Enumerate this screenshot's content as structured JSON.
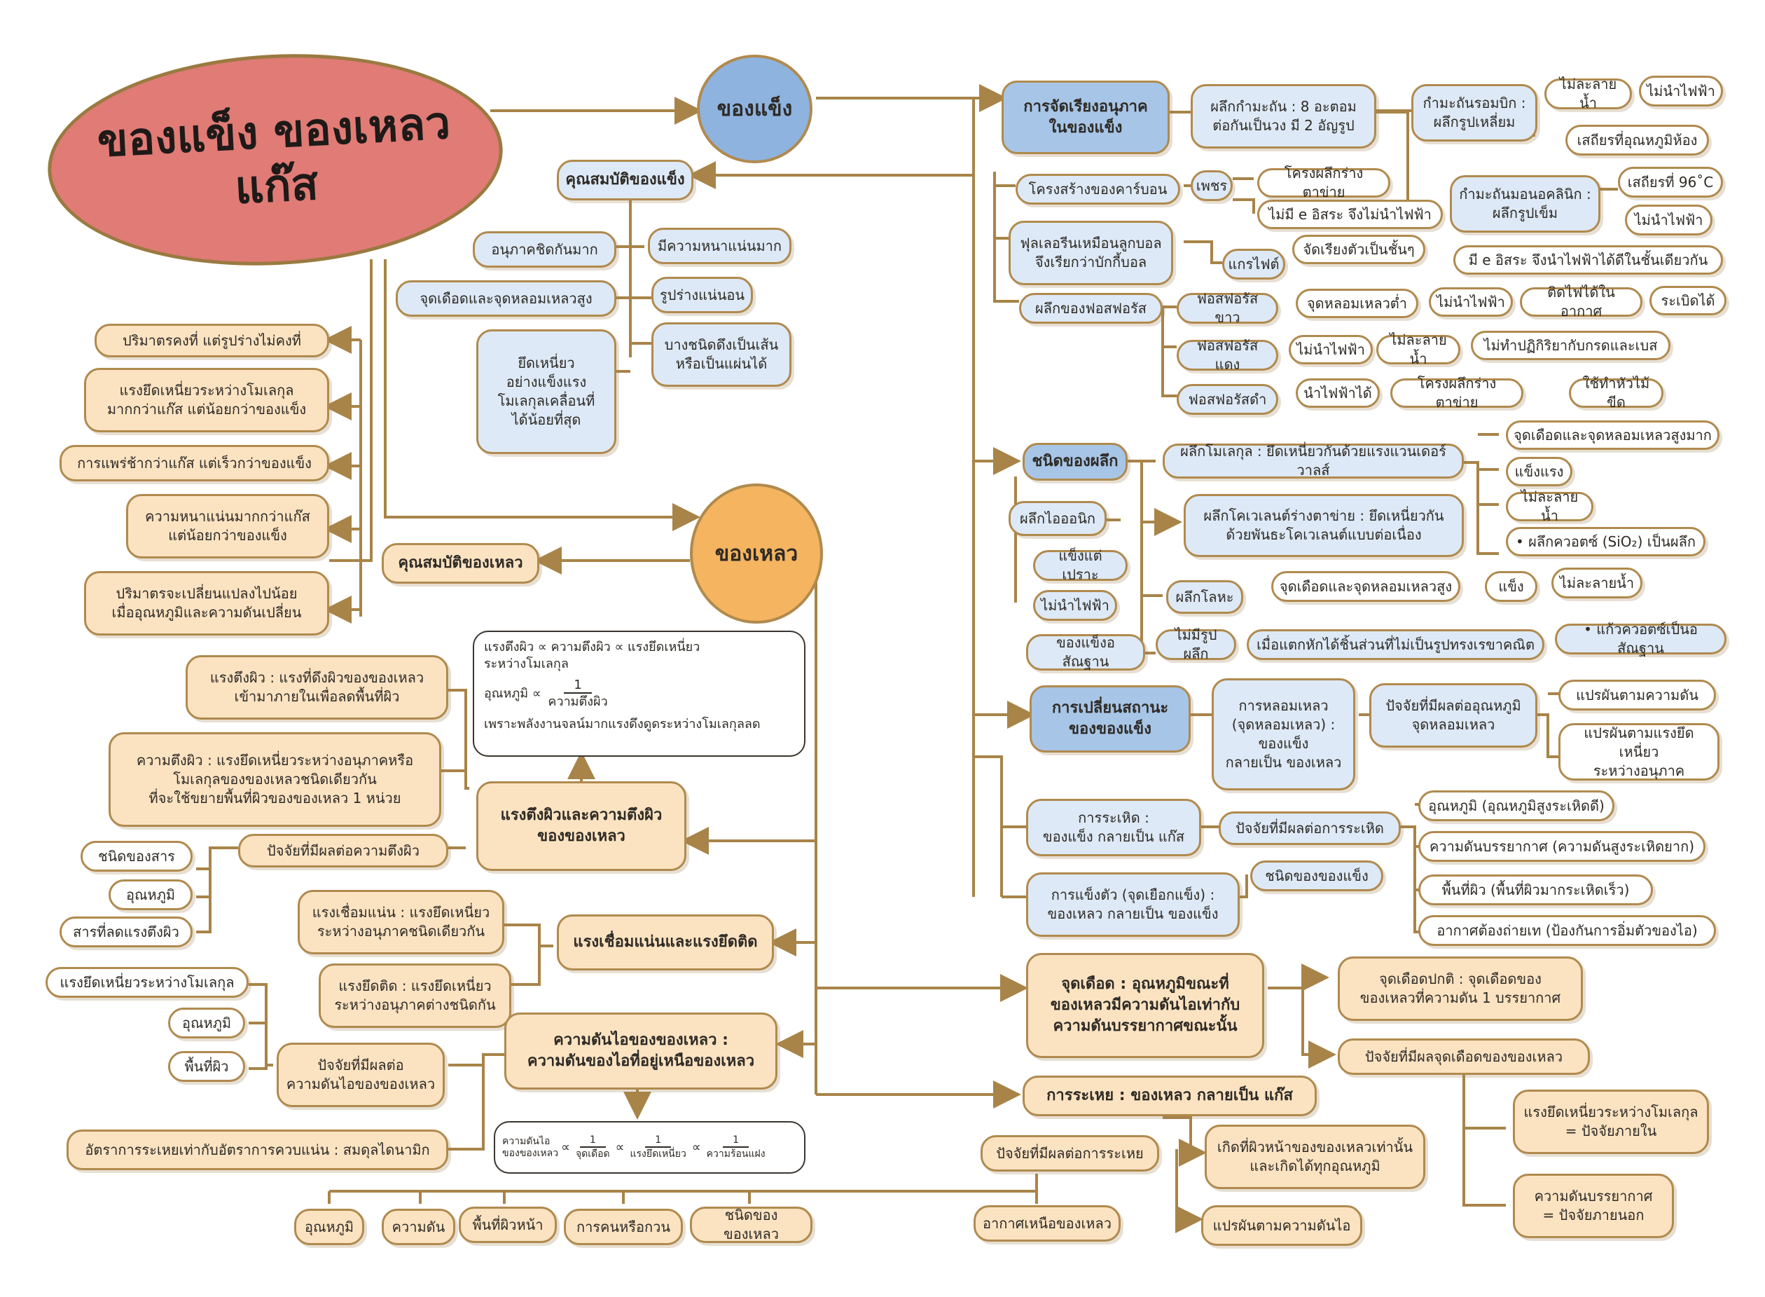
{
  "title": "ของแข็ง ของเหลว\nแก๊ส",
  "solid": {
    "label": "ของแข็ง",
    "properties_title": "คุณสมบัติของแข็ง",
    "properties": [
      "อนุภาคชิดกันมาก",
      "มีความหนาแน่นมาก",
      "จุดเดือดและจุดหลอมเหลวสูง",
      "รูปร่างแน่นอน",
      "ยึดเหนี่ยว\nอย่างแข็งแรง\nโมเลกุลเคลื่อนที่\nได้น้อยที่สุด",
      "บางชนิดดึงเป็นเส้น\nหรือเป็นแผ่นได้"
    ],
    "arrangement": {
      "title": "การจัดเรียงอนุภาค\nในของแข็ง",
      "sulfur": "ผลึกกำมะถัน : 8 อะตอม\nต่อกันเป็นวง มี 2 อัญรูป",
      "rhombic": "กำมะถันรอมบิก :\nผลึกรูปเหลี่ยม",
      "rhombic_props": [
        "ไม่ละลายน้ำ",
        "ไม่นำไฟฟ้า",
        "เสถียรที่อุณหภูมิห้อง"
      ],
      "monoclinic": "กำมะถันมอนอคลินิก :\nผลึกรูปเข็ม",
      "monoclinic_props": [
        "เสถียรที่ 96˚C",
        "ไม่นำไฟฟ้า"
      ],
      "carbon": "โครงสร้างของคาร์บอน",
      "diamond": "เพชร",
      "diamond_props": [
        "โครงผลึกร่างตาข่าย",
        "ไม่มี e อิสระ จึงไม่นำไฟฟ้า"
      ],
      "fullerene": "ฟุลเลอรีนเหมือนลูกบอล\nจึงเรียกว่าบักกี้บอล",
      "graphite": "แกรไฟต์",
      "graphite_props": [
        "จัดเรียงตัวเป็นชั้นๆ",
        "มี e อิสระ จึงนำไฟฟ้าได้ดีในชั้นเดียวกัน"
      ],
      "phosphorus": "ผลึกของฟอสฟอรัส",
      "white_p": "ฟอสฟอรัสขาว",
      "white_p_props": [
        "จุดหลอมเหลวต่ำ",
        "ไม่นำไฟฟ้า",
        "ติดไฟได้ในอากาศ",
        "ระเบิดได้"
      ],
      "red_p": "ฟอสฟอรัสแดง",
      "red_p_props": [
        "ไม่นำไฟฟ้า",
        "ไม่ละลายน้ำ",
        "ไม่ทำปฏิกิริยากับกรดและเบส"
      ],
      "black_p": "ฟอสฟอรัสดำ",
      "black_p_props": [
        "นำไฟฟ้าได้",
        "โครงผลึกร่างตาข่าย",
        "ใช้ทำหัวไม้ขีด"
      ]
    },
    "crystal_types": {
      "title": "ชนิดของผลึก",
      "molecular": "ผลึกโมเลกุล : ยึดเหนี่ยวกันด้วยแรงแวนเดอร์วาลส์",
      "covalent": "ผลึกโคเวเลนต์ร่างตาข่าย : ยึดเหนี่ยวกัน\nด้วยพันธะโคเวเลนต์แบบต่อเนื่อง",
      "covalent_props": [
        "จุดเดือดและจุดหลอมเหลวสูงมาก",
        "แข็งแรง",
        "ไม่ละลายน้ำ",
        "• ผลึกควอตซ์ (SiO₂) เป็นผลึก"
      ],
      "ionic": "ผลึกไอออนิก",
      "ionic_props": [
        "แข็งแต่เปราะ",
        "ไม่นำไฟฟ้า"
      ],
      "metallic": "ผลึกโลหะ",
      "metallic_props": [
        "จุดเดือดและจุดหลอมเหลวสูง",
        "แข็ง",
        "ไม่ละลายน้ำ"
      ],
      "amorphous": "ของแข็งอสัณฐาน",
      "amorphous_props": [
        "ไม่มีรูปผลึก",
        "เมื่อแตกหักได้ชิ้นส่วนที่ไม่เป็นรูปทรงเรขาคณิต",
        "• แก้วควอตซ์เป็นอสัณฐาน"
      ]
    },
    "state_change": {
      "title": "การเปลี่ยนสถานะ\nของของแข็ง",
      "melting": "การหลอมเหลว\n(จุดหลอมเหลว) :\nของแข็ง\nกลายเป็น ของเหลว",
      "melting_factor": "ปัจจัยที่มีผลต่ออุณหภูมิ\nจุดหลอมเหลว",
      "melting_factor_items": [
        "แปรผันตามความดัน",
        "แปรผันตามแรงยึดเหนี่ยว\nระหว่างอนุภาค"
      ],
      "sublimation": "การระเหิด :\nของแข็ง กลายเป็น แก๊ส",
      "sublimation_factor": "ปัจจัยที่มีผลต่อการระเหิด",
      "sublimation_items": [
        "อุณหภูมิ (อุณหภูมิสูงระเหิดดี)",
        "ความดันบรรยากาศ (ความดันสูงระเหิดยาก)",
        "พื้นที่ผิว (พื้นที่ผิวมากระเหิดเร็ว)",
        "อากาศต้องถ่ายเท (ป้องกันการอิ่มตัวของไอ)"
      ],
      "freezing": "การแข็งตัว (จุดเยือกแข็ง) :\nของเหลว กลายเป็น ของแข็ง",
      "solid_type": "ชนิดของของแข็ง"
    }
  },
  "liquid": {
    "label": "ของเหลว",
    "properties_title": "คุณสมบัติของเหลว",
    "properties": [
      "ปริมาตรคงที่ แต่รูปร่างไม่คงที่",
      "แรงยึดเหนี่ยวระหว่างโมเลกุล\nมากกว่าแก๊ส แต่น้อยกว่าของแข็ง",
      "การแพร่ช้ากว่าแก๊ส แต่เร็วกว่าของแข็ง",
      "ความหนาแน่นมากกว่าแก๊ส\nแต่น้อยกว่าของแข็ง",
      "ปริมาตรจะเปลี่ยนแปลงไปน้อย\nเมื่ออุณหภูมิและความดันเปลี่ยน"
    ],
    "surface_tension": {
      "title": "แรงตึงผิวและความตึงผิว\nของของเหลว",
      "def1": "แรงตึงผิว : แรงที่ดึงผิวของของเหลว\nเข้ามาภายในเพื่อลดพื้นที่ผิว",
      "def2": "ความตึงผิว : แรงยึดเหนี่ยวระหว่างอนุภาคหรือ\nโมเลกุลของของเหลวชนิดเดียวกัน\nที่จะใช้ขยายพื้นที่ผิวของของเหลว 1 หน่วย",
      "factor": "ปัจจัยที่มีผลต่อความตึงผิว",
      "factor_items": [
        "ชนิดของสาร",
        "อุณหภูมิ",
        "สารที่ลดแรงตึงผิว"
      ],
      "formula_1": "แรงตึงผิว ∝ ความตึงผิว ∝ แรงยึดเหนี่ยว\nระหว่างโมเลกุล",
      "formula_2_prefix": "อุณหภูมิ ∝",
      "formula_2_num": "1",
      "formula_2_den": "ความตึงผิว",
      "formula_3": "เพราะพลังงานจลน์มากแรงดึงดูดระหว่างโมเลกุลลด"
    },
    "cohesion": {
      "title": "แรงเชื่อมแน่นและแรงยึดติด",
      "cohesion": "แรงเชื่อมแน่น : แรงยึดเหนี่ยว\nระหว่างอนุภาคชนิดเดียวกัน",
      "adhesion": "แรงยึดติด : แรงยึดเหนี่ยว\nระหว่างอนุภาคต่างชนิดกัน"
    },
    "vapor": {
      "title": "ความดันไอของของเหลว :\nความดันของไอที่อยู่เหนือของเหลว",
      "factor": "ปัจจัยที่มีผลต่อ\nความดันไอของของเหลว",
      "factor_items": [
        "แรงยึดเหนี่ยวระหว่างโมเลกุล",
        "อุณหภูมิ",
        "พื้นที่ผิว"
      ],
      "equilibrium": "อัตราการระเหยเท่ากับอัตราการควบแน่น : สมดุลไดนามิก",
      "formula_lhs": "ความดันไอ\nของของเหลว",
      "formula_terms": [
        {
          "num": "1",
          "den": "จุดเดือด"
        },
        {
          "num": "1",
          "den": "แรงยึดเหนี่ยว"
        },
        {
          "num": "1",
          "den": "ความร้อนแฝง"
        }
      ]
    },
    "boiling": {
      "title": "จุดเดือด : อุณหภูมิขณะที่\nของเหลวมีความดันไอเท่ากับ\nความดันบรรยากาศขณะนั้น",
      "normal": "จุดเดือดปกติ : จุดเดือดของ\nของเหลวที่ความดัน 1 บรรยากาศ",
      "factor": "ปัจจัยที่มีผลจุดเดือดของของเหลว",
      "internal": "แรงยึดเหนี่ยวระหว่างโมเลกุล\n= ปัจจัยภายใน",
      "external": "ความดันบรรยากาศ\n= ปัจจัยภายนอก"
    },
    "evaporation": {
      "title": "การระเหย : ของเหลว กลายเป็น แก๊ส",
      "factor": "ปัจจัยที่มีผลต่อการระเหย",
      "facts": [
        "เกิดที่ผิวหน้าของของเหลวเท่านั้น\nและเกิดได้ทุกอุณหภูมิ",
        "แปรผันตามความดันไอ"
      ],
      "bottom_items": [
        "อุณหภูมิ",
        "ความดัน",
        "พื้นที่ผิวหน้า",
        "การคนหรือกวน",
        "ชนิดของของเหลว",
        "อากาศเหนือของเหลว"
      ]
    }
  },
  "colors": {
    "line": "#a88448",
    "orange": "#fbe3c2",
    "blue_light": "#dde9f6",
    "blue_dark": "#a7c5e6",
    "title": "#e07b76",
    "solid_circle": "#8fb3df",
    "liquid_circle": "#f4b460"
  }
}
